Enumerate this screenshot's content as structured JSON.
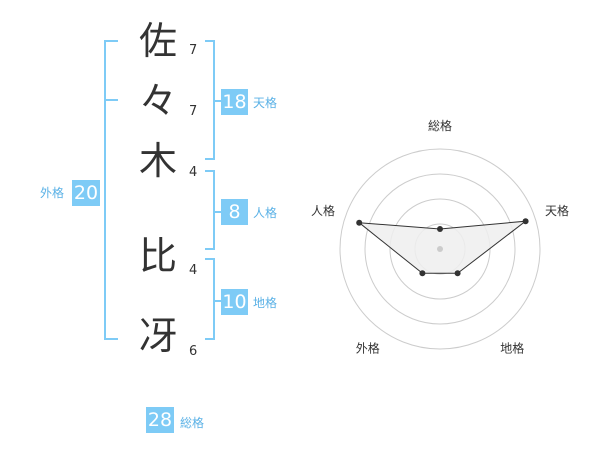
{
  "name": {
    "characters": [
      {
        "char": "佐",
        "strokes": "7"
      },
      {
        "char": "々",
        "strokes": "7"
      },
      {
        "char": "木",
        "strokes": "4"
      },
      {
        "char": "比",
        "strokes": "4"
      },
      {
        "char": "冴",
        "strokes": "6"
      }
    ]
  },
  "fortunes": {
    "tenkaku": {
      "value": "18",
      "label": "天格"
    },
    "jinkaku": {
      "value": "8",
      "label": "人格"
    },
    "chikaku": {
      "value": "10",
      "label": "地格"
    },
    "gaikaku": {
      "value": "20",
      "label": "外格"
    },
    "soukaku": {
      "value": "28",
      "label": "総格"
    }
  },
  "chart_data": {
    "type": "radar",
    "axes": [
      "総格",
      "天格",
      "地格",
      "外格",
      "人格"
    ],
    "values": [
      0.2,
      0.9,
      0.3,
      0.3,
      0.85
    ],
    "range": [
      0,
      1
    ],
    "rings": 4,
    "colors": {
      "fill": "#eeeeee",
      "line": "#333333",
      "grid": "#cccccc",
      "center": "#cccccc"
    }
  }
}
